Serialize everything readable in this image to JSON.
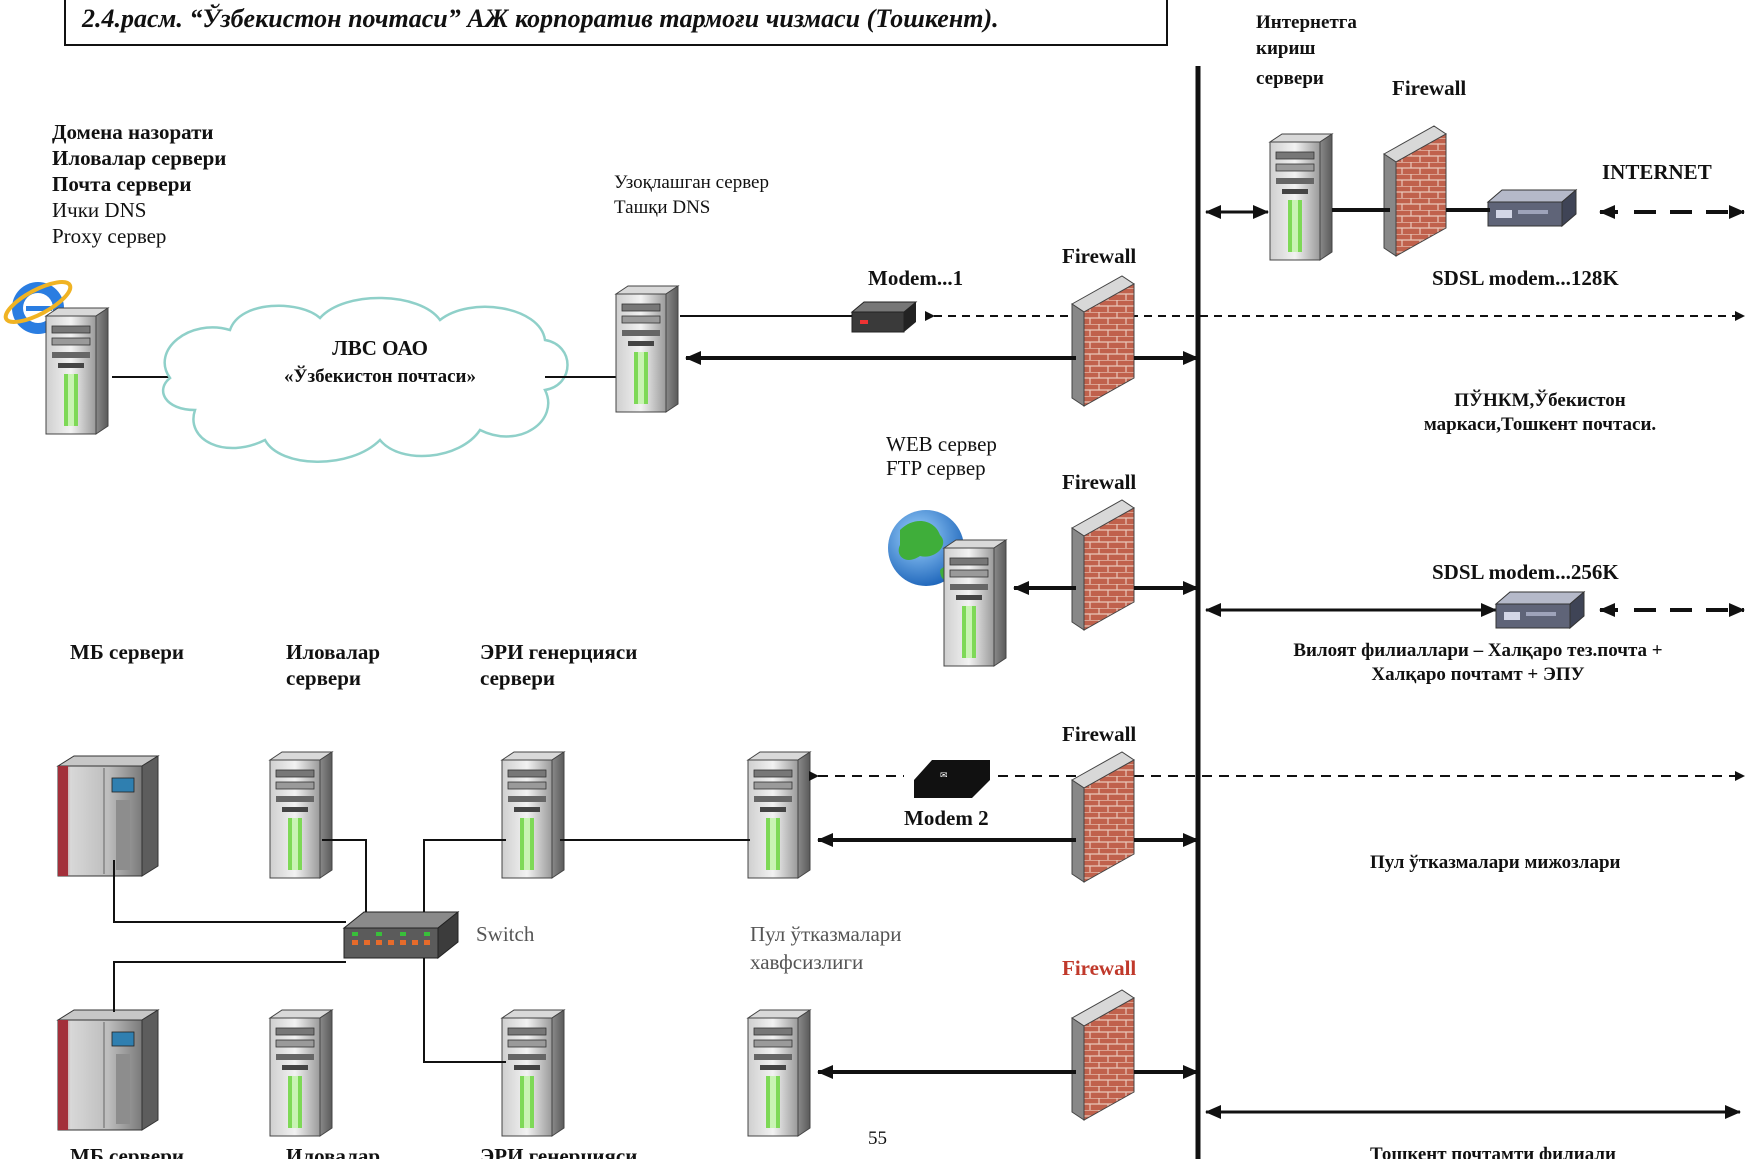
{
  "caption": "2.4.расм. “Ўзбекистон почтаси” АЖ корпоратив тармоғи чизмаси (Тошкент).",
  "page_number": "55",
  "labels": {
    "domain_block": [
      "Домена назорати",
      "Иловалар сервери",
      "Почта сервери",
      "Ички DNS",
      "Proxy сервер"
    ],
    "lan_cloud": [
      "ЛВС ОАО",
      "«Ўзбекистон почтаси»"
    ],
    "remote_server": [
      "Узоқлашган сервер",
      "Ташқи DNS"
    ],
    "modem1": "Modem...1",
    "firewall": "Firewall",
    "web_ftp": [
      "WEB сервер",
      "FTP сервер"
    ],
    "internet_access_server": [
      "Интернетга",
      "кириш",
      "сервери"
    ],
    "internet": "INTERNET",
    "sdsl_128": "SDSL modem...128K",
    "sdsl_256": "SDSL modem...256K",
    "punkm": [
      "ПЎНКМ,Ўбекистон",
      "маркаси,Тошкент почтаси."
    ],
    "branches": [
      "Вилоят филиаллари – Халқаро тез.почта +",
      "Халқаро почтамт + ЭПУ"
    ],
    "mb_server": "МБ сервери",
    "apps_server": [
      "Иловалар",
      "сервери"
    ],
    "eri_server": [
      "ЭРИ генерцияси",
      "сервери"
    ],
    "switch": "Switch",
    "payment_security": [
      "Пул   ўтказмалари",
      "хавфсизлиги"
    ],
    "modem2": "Modem 2",
    "payment_projects": "Пул ўтказмалари мижозлари",
    "bottom_mb": "МБ сервери",
    "bottom_apps": "Иловалар",
    "bottom_eri": "ЭРИ генерцияси",
    "bottom_right": "Тошкент почтамти филиали"
  }
}
